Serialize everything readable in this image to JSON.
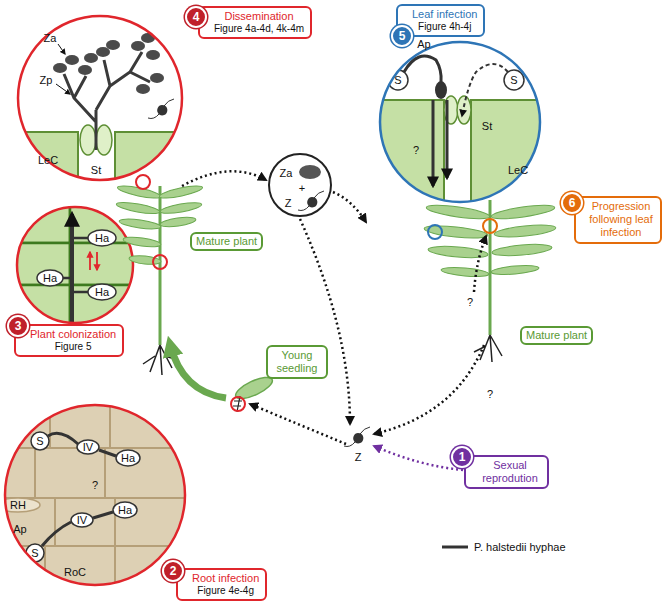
{
  "diagram": {
    "nodes": [
      {
        "text": [
          "4"
        ]
      },
      {
        "text": [
          "Dissemination",
          "Figure 4a-4d, 4k-4m"
        ]
      },
      {
        "text": [
          "5"
        ]
      },
      {
        "text": [
          "Leaf infection",
          "Figure 4h-4j"
        ]
      },
      {
        "text": [
          "Za",
          "+",
          "Z"
        ]
      },
      {
        "text": [
          "6"
        ]
      },
      {
        "text": [
          "Progression following leaf infection"
        ]
      },
      {
        "text": [
          "Mature plant"
        ]
      },
      {
        "text": [
          "Mature plant"
        ]
      },
      {
        "text": [
          "3"
        ]
      },
      {
        "text": [
          "Plant colonization",
          "Figure 5"
        ]
      },
      {
        "text": [
          "Young seedling"
        ]
      },
      {
        "text": [
          "1"
        ]
      },
      {
        "text": [
          "Sexual reprodution"
        ]
      },
      {
        "text": [
          "2"
        ]
      },
      {
        "text": [
          "Root infection",
          "Figure 4e-4g"
        ]
      }
    ],
    "labels": [
      "Za",
      "Zp",
      "LeC",
      "St",
      "S",
      "Ap",
      "?",
      "St",
      "S",
      "LeC",
      "?",
      "?",
      "Ha",
      "Ha",
      "Ha",
      "S",
      "IV",
      "Ha",
      "?",
      "RH",
      "Ap",
      "IV",
      "Ha",
      "S",
      "RoC",
      "Z"
    ],
    "legend": [
      {
        "text": "P. halstedii hyphae"
      }
    ]
  }
}
